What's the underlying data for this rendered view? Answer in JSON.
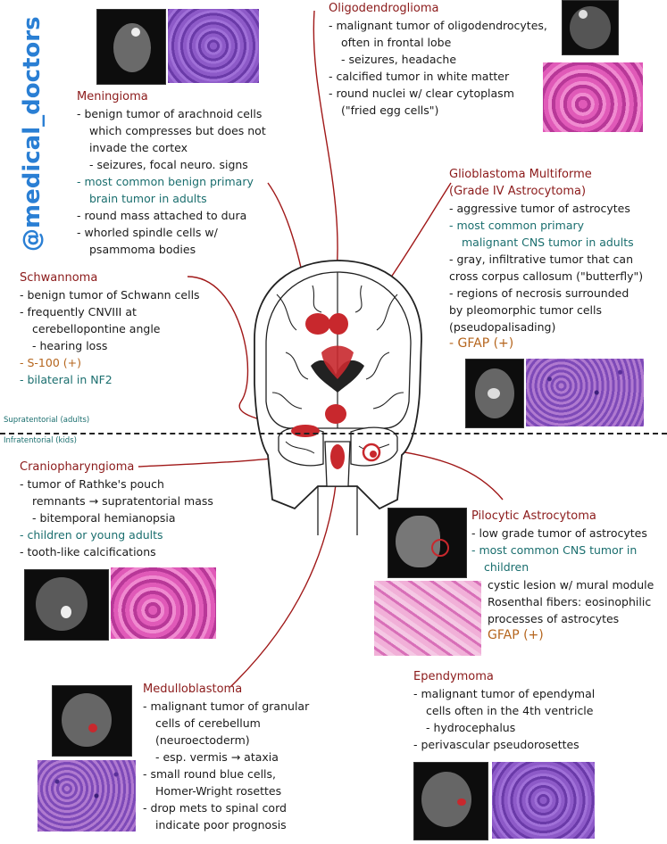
{
  "watermark": "@medical_doctors",
  "zones": {
    "supratentorial": "Supratentorial (adults)",
    "infratentorial": "Infratentorial (kids)"
  },
  "oligodendroglioma": {
    "title": "Oligodendroglioma",
    "lines": [
      "- malignant tumor of oligodendrocytes,",
      "often in frontal lobe",
      "- seizures, headache",
      "- calcified tumor in white matter",
      "- round nuclei w/ clear cytoplasm",
      "(\"fried egg cells\")"
    ]
  },
  "meningioma": {
    "title": "Meningioma",
    "lines": [
      "- benign tumor of arachnoid cells",
      "which compresses but does not",
      "invade the cortex",
      "- seizures, focal neuro. signs",
      "- most common benign primary",
      "brain tumor in adults",
      "- round mass attached to dura",
      "- whorled spindle cells w/",
      "psammoma bodies"
    ]
  },
  "glioblastoma": {
    "title": "Glioblastoma Multiforme",
    "subtitle": "(Grade IV Astrocytoma)",
    "lines": [
      "- aggressive tumor of astrocytes",
      "- most common primary",
      "malignant CNS tumor in adults",
      "- gray, infiltrative tumor that can",
      "cross corpus callosum (\"butterfly\")",
      "- regions of necrosis surrounded",
      "by pleomorphic tumor cells",
      "(pseudopalisading)"
    ],
    "gfap": "- GFAP (+)"
  },
  "schwannoma": {
    "title": "Schwannoma",
    "lines": [
      "- benign tumor of Schwann cells",
      "- frequently CNVIII at",
      "cerebellopontine angle",
      "- hearing loss"
    ],
    "s100": "- S-100 (+)",
    "nf2": "- bilateral in NF2"
  },
  "craniopharyngioma": {
    "title": "Craniopharyngioma",
    "lines": [
      "- tumor of Rathke's pouch",
      "remnants → supratentorial mass",
      "- bitemporal hemianopsia"
    ],
    "teal": "- children or young adults",
    "last": "- tooth-like calcifications"
  },
  "pilocytic": {
    "title": "Pilocytic Astrocytoma",
    "lines": [
      "- low grade tumor of astrocytes"
    ],
    "teal1": "- most common CNS tumor in",
    "teal2": "children",
    "lines2": [
      "cystic lesion w/ mural module",
      "Rosenthal fibers: eosinophilic",
      "processes of astrocytes"
    ],
    "gfap": "GFAP (+)"
  },
  "medulloblastoma": {
    "title": "Medulloblastoma",
    "lines": [
      "- malignant tumor of granular",
      "cells of cerebellum",
      "(neuroectoderm)",
      "- esp. vermis → ataxia",
      "- small round blue cells,",
      "Homer-Wright rosettes",
      "- drop mets to spinal cord",
      "indicate poor prognosis"
    ]
  },
  "ependymoma": {
    "title": "Ependymoma",
    "lines": [
      "- malignant tumor of ependymal",
      "cells often in the 4th ventricle",
      "- hydrocephalus",
      "- perivascular pseudorosettes"
    ]
  },
  "colors": {
    "title_red": "#8b1a1a",
    "teal": "#1a6e6e",
    "orange": "#b5651d",
    "leader_red": "#a01818",
    "watermark_blue": "#2a7fd4"
  }
}
